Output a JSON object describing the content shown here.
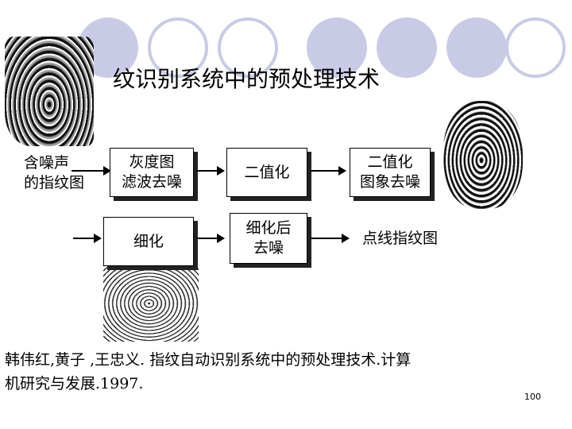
{
  "slide": {
    "title": "纹识别系统中的预处理技术",
    "input_label_line1": "含噪声",
    "input_label_line2": "的指纹图",
    "nodes": {
      "gray_filter_line1": "灰度图",
      "gray_filter_line2": "滤波去噪",
      "binarize": "二值化",
      "binary_denoise_line1": "二值化",
      "binary_denoise_line2": "图象去噪",
      "thinning": "细化",
      "post_thin_line1": "细化后",
      "post_thin_line2": "去噪",
      "output_label": "点线指纹图"
    },
    "citation_line1": "韩伟红,黄子    ,王忠义. 指纹自动识别系统中的预处理技术.计算",
    "citation_line2": "机研究与发展.1997.",
    "page_number": "100"
  }
}
